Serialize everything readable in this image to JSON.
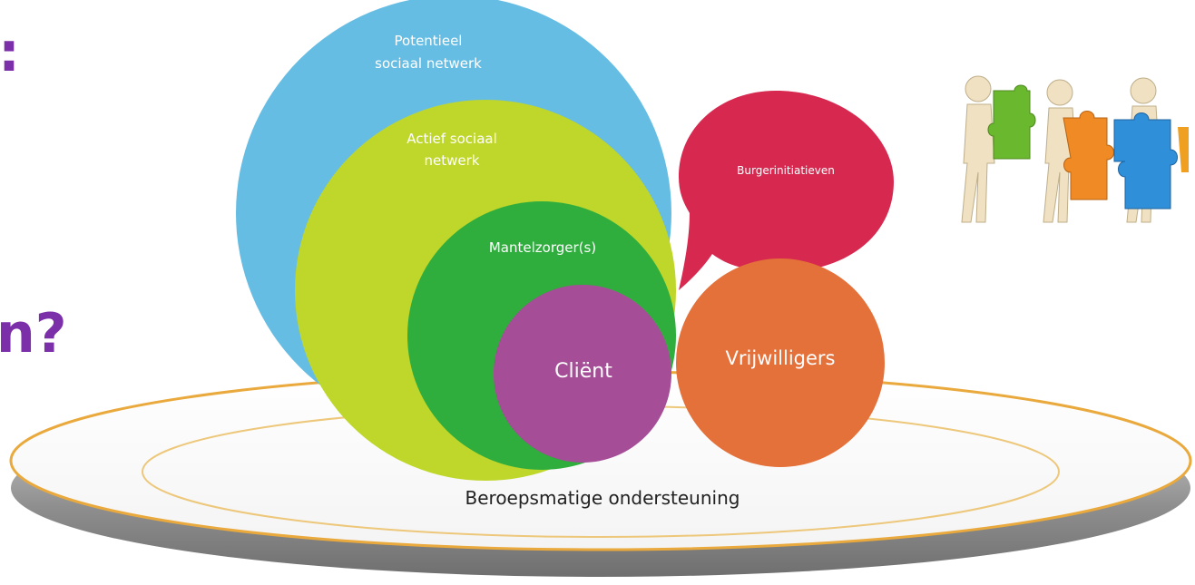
{
  "slide": {
    "fragment_top": ":",
    "fragment_middle": "n?"
  },
  "diagram": {
    "circles": {
      "potential_network": "Potentieel sociaal netwerk",
      "potential_network_line1": "Potentieel",
      "potential_network_line2": "sociaal netwerk",
      "active_network_line1": "Actief sociaal",
      "active_network_line2": "netwerk",
      "caregivers": "Mantelzorger(s)",
      "client": "Cliënt",
      "civic_initiatives": "Burgerinitiatieven",
      "volunteers": "Vrijwilligers"
    },
    "base_label": "Beroepsmatige ondersteuning",
    "colors": {
      "potential_network": "#66bde3",
      "active_network": "#bfd62a",
      "caregivers": "#2fae3e",
      "client": "#a54d97",
      "civic_initiatives": "#d7284f",
      "volunteers": "#e4703a",
      "plate_rim": "#e9a93c",
      "plate_shadow": "#9a9a9a",
      "accent_text": "#7b2fa8"
    }
  },
  "illustration": {
    "icon": "puzzle-people-icon"
  }
}
